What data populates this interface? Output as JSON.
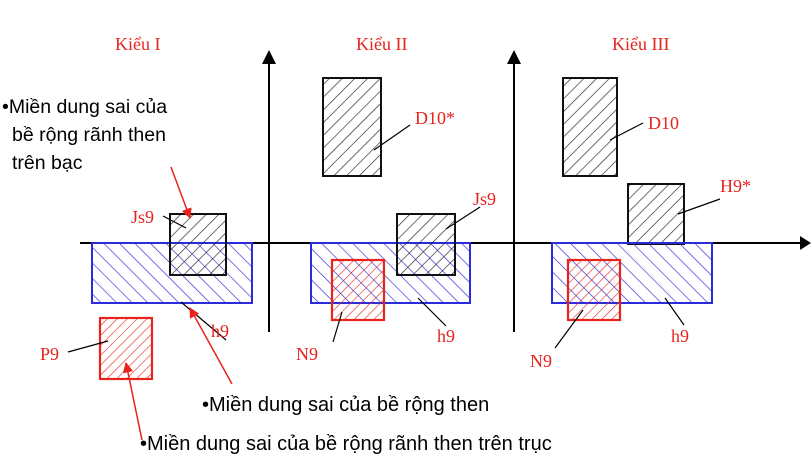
{
  "types": {
    "type1": "Kiểu I",
    "type2": "Kiểu II",
    "type3": "Kiểu III"
  },
  "tolerance_labels": {
    "js9_a": "Js9",
    "js9_b": "Js9",
    "d10_star": "D10*",
    "d10": "D10",
    "h9_star": "H9*",
    "p9": "P9",
    "n9_a": "N9",
    "n9_b": "N9",
    "h9_a": "h9",
    "h9_b": "h9",
    "h9_c": "h9"
  },
  "annotations": {
    "hub_slot_line1": "•Miền dung sai của",
    "hub_slot_line2": "bề rộng rãnh then",
    "hub_slot_line3": "trên bạc",
    "key_width": "•Miền dung sai của bề rộng then",
    "shaft_slot": "•Miền dung sai của bề rộng rãnh then trên trục"
  },
  "colors": {
    "type_title": "#e8231e",
    "key_zone": "#2b2bd9",
    "shaft_slot_zone": "#e8231e",
    "hub_zone": "#111111",
    "axis": "#000000"
  }
}
